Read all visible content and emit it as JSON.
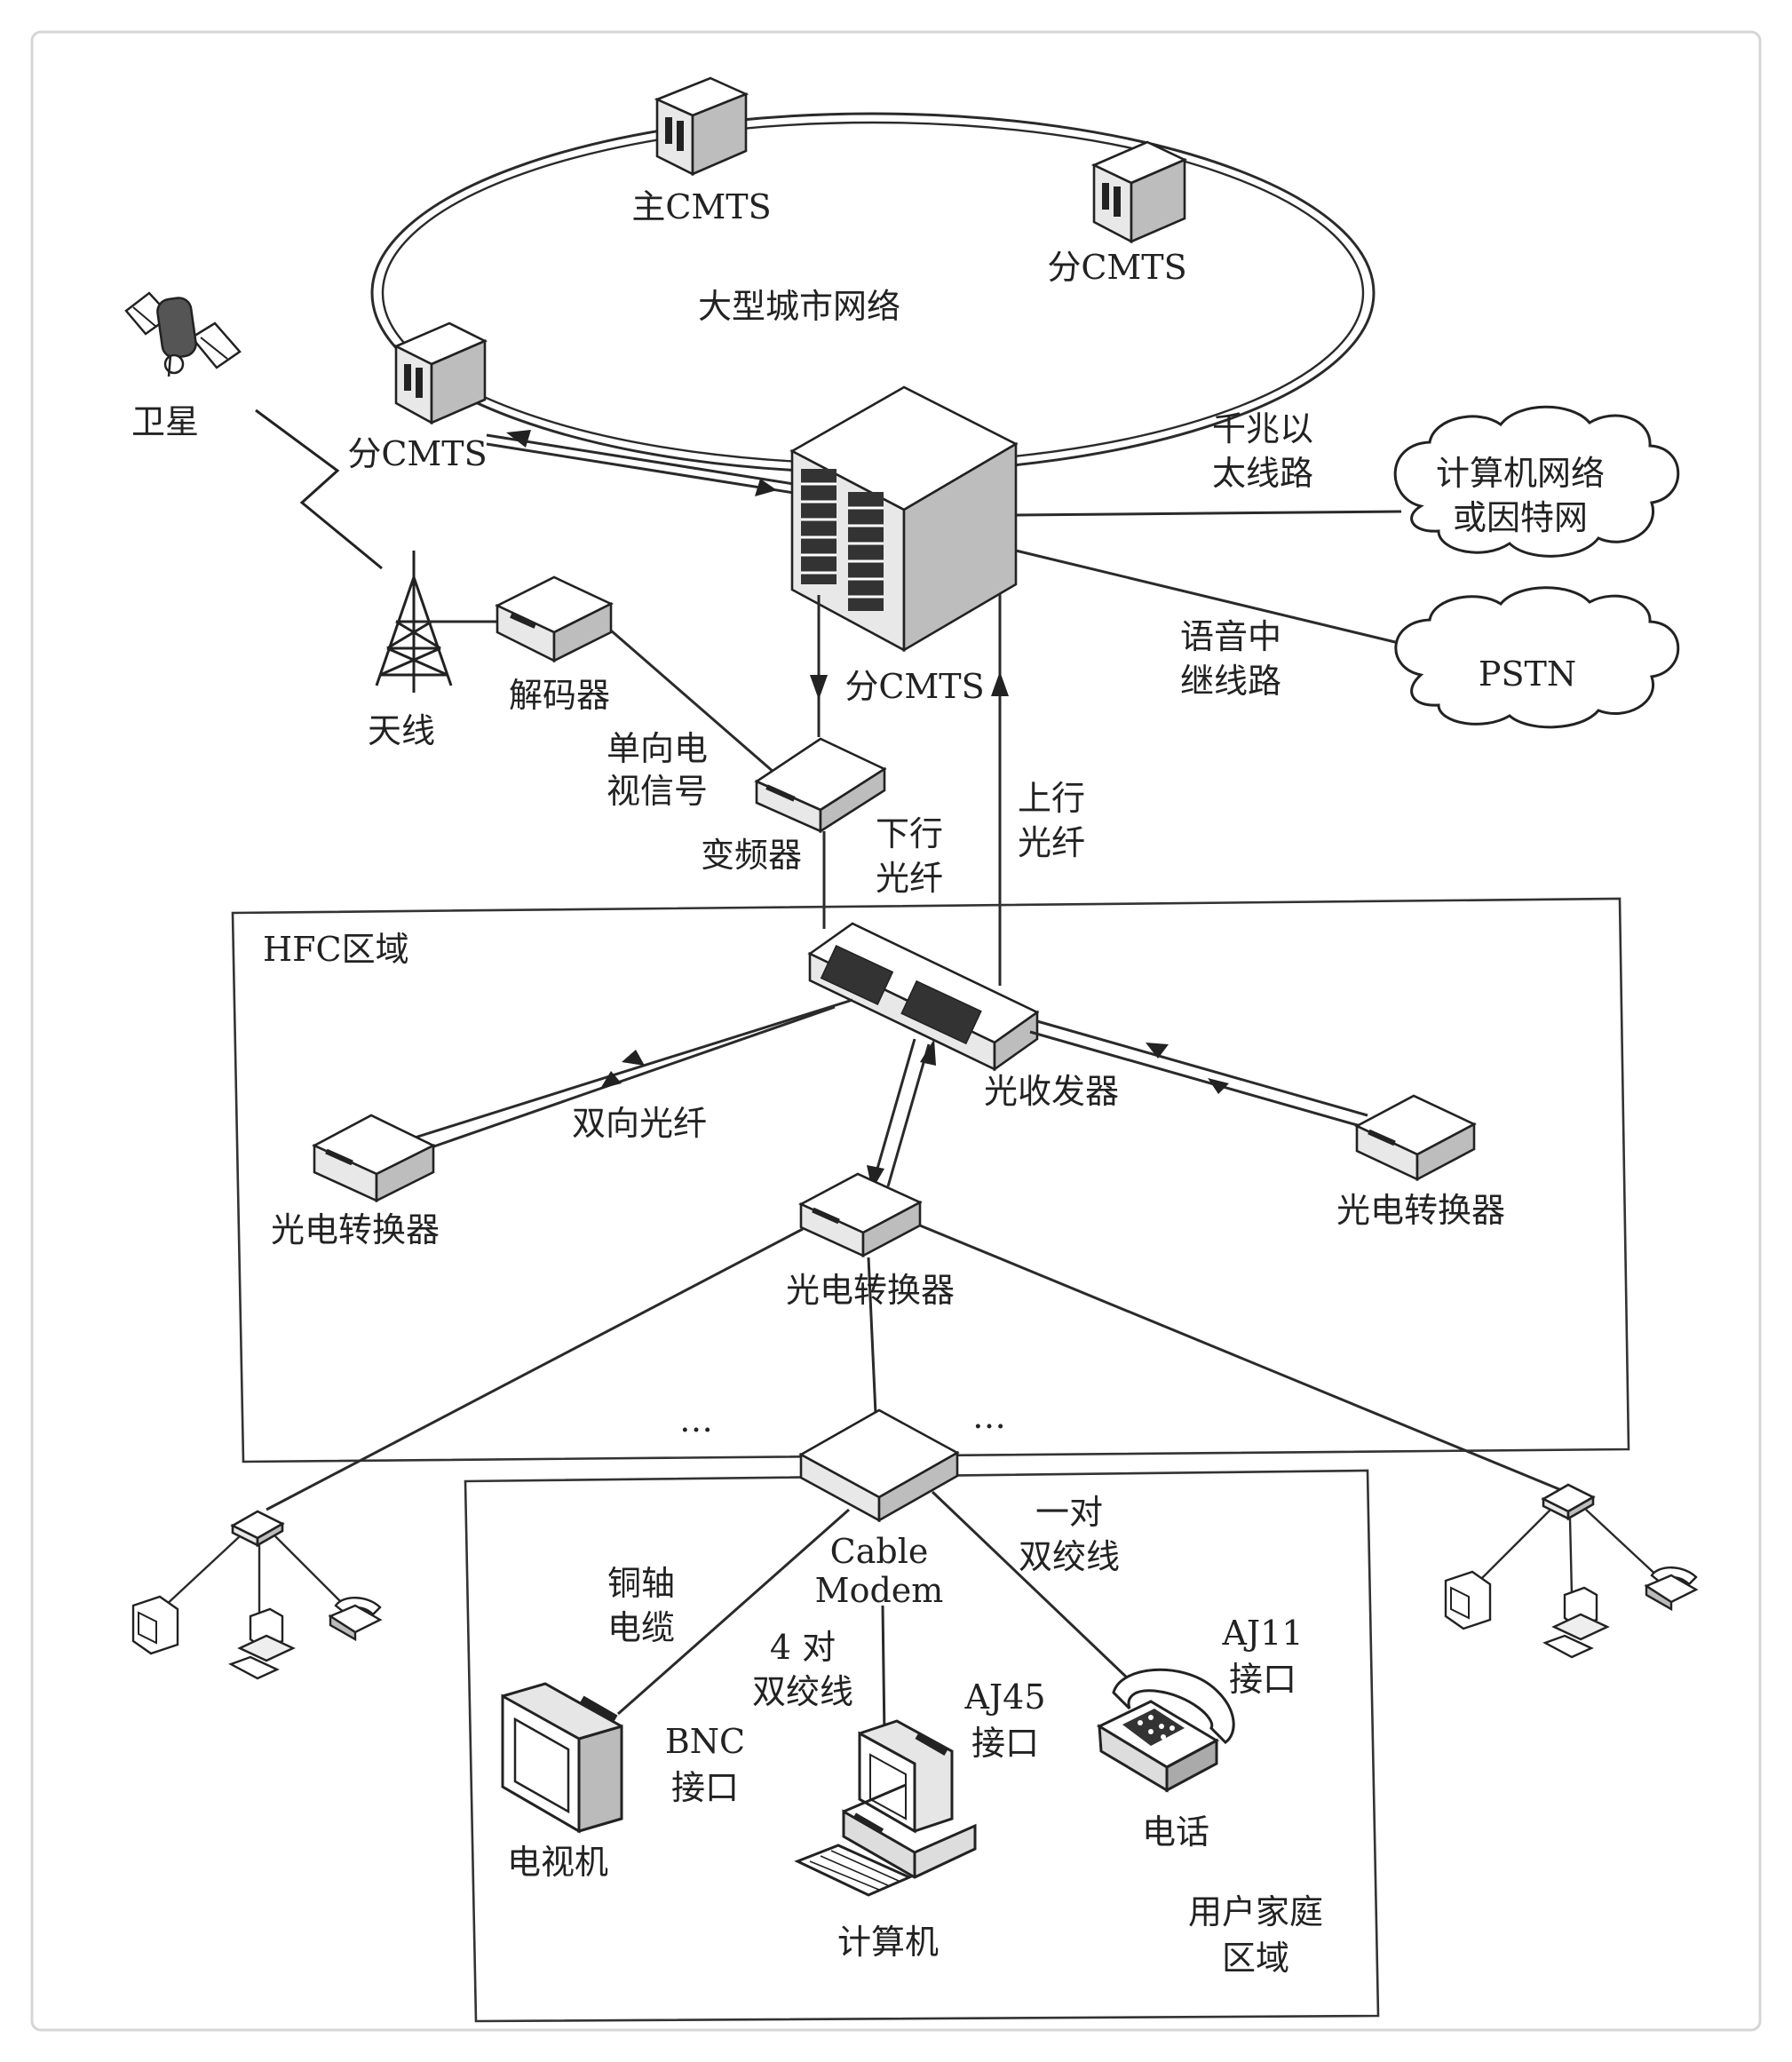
{
  "labels": {
    "main_cmts": "主CMTS",
    "sub_cmts_right": "分CMTS",
    "sub_cmts_left": "分CMTS",
    "city_network": "大型城市网络",
    "satellite": "卫星",
    "antenna": "天线",
    "decoder": "解码器",
    "sub_cmts_center": "分CMTS",
    "gigabit_line_1": "千兆以",
    "gigabit_line_2": "太线路",
    "computer_network_1": "计算机网络",
    "computer_network_2": "或因特网",
    "voice_trunk_1": "语音中",
    "voice_trunk_2": "继线路",
    "pstn": "PSTN",
    "oneway_tv_1": "单向电",
    "oneway_tv_2": "视信号",
    "frequency_converter": "变频器",
    "downstream_fiber_1": "下行",
    "downstream_fiber_2": "光纤",
    "upstream_fiber_1": "上行",
    "upstream_fiber_2": "光纤",
    "hfc_area": "HFC区域",
    "optical_transceiver": "光收发器",
    "bidirectional_fiber": "双向光纤",
    "oe_converter_left": "光电转换器",
    "oe_converter_right": "光电转换器",
    "oe_converter_center": "光电转换器",
    "ellipsis_left": "…",
    "ellipsis_right": "…",
    "cable_modem_1": "Cable",
    "cable_modem_2": "Modem",
    "coax_cable_1": "铜轴",
    "coax_cable_2": "电缆",
    "one_pair_twisted_1": "一对",
    "one_pair_twisted_2": "双绞线",
    "four_pair_twisted_1": "4 对",
    "four_pair_twisted_2": "双绞线",
    "bnc_port_1": "BNC",
    "bnc_port_2": "接口",
    "aj45_port_1": "AJ45",
    "aj45_port_2": "接口",
    "aj11_port_1": "AJ11",
    "aj11_port_2": "接口",
    "tv": "电视机",
    "computer": "计算机",
    "telephone": "电话",
    "home_area_1": "用户家庭",
    "home_area_2": "区域"
  }
}
